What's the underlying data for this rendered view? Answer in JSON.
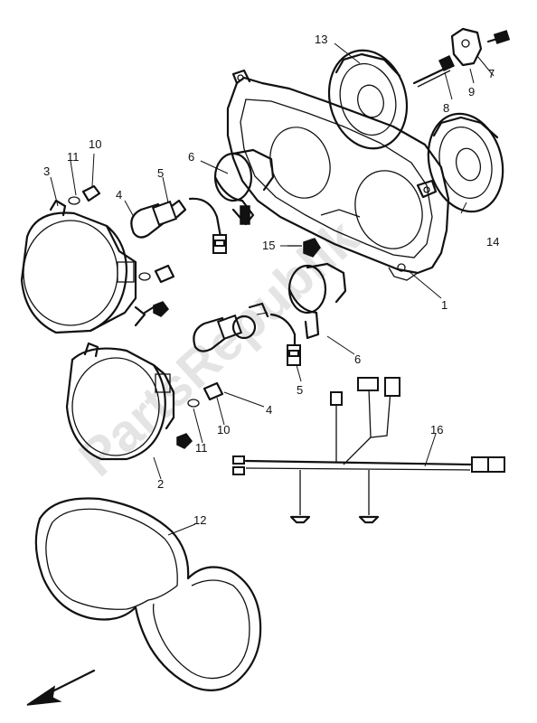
{
  "diagram": {
    "watermark": "PartsRepublik",
    "callouts": [
      "1",
      "2",
      "3",
      "4",
      "5",
      "6",
      "7",
      "8",
      "9",
      "10",
      "11",
      "12",
      "13",
      "14",
      "15",
      "16"
    ],
    "duplicate_callouts": [
      "4",
      "5",
      "6",
      "10",
      "11"
    ],
    "icons": [
      "direction-arrow-icon"
    ]
  }
}
